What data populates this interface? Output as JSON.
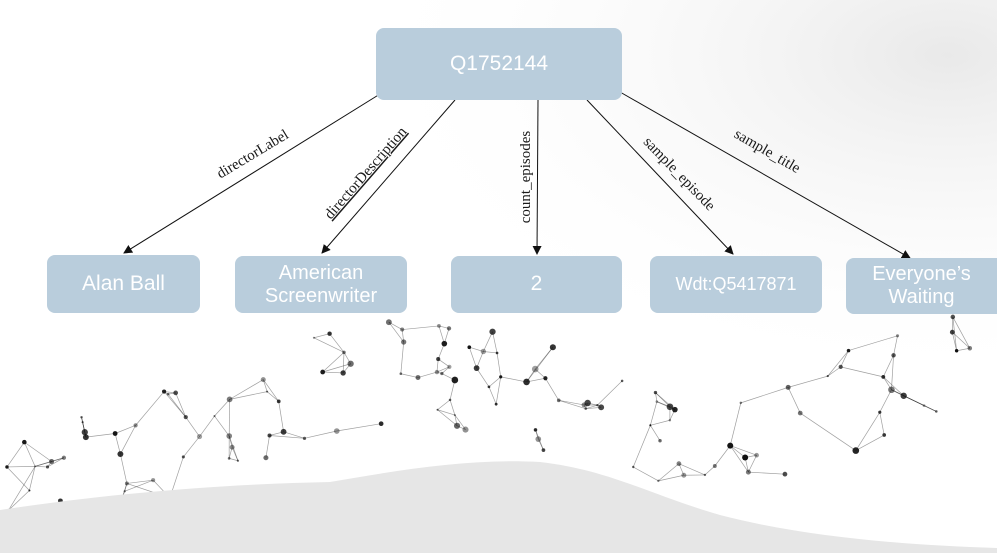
{
  "diagram": {
    "root": {
      "label": "Q1752144"
    },
    "children": [
      {
        "label": "Alan Ball",
        "edge": "directorLabel"
      },
      {
        "label": "American Screenwriter",
        "edge": "directorDescription"
      },
      {
        "label": "2",
        "edge": "count_episodes"
      },
      {
        "label": "Wdt:Q5417871",
        "edge": "sample_episode"
      },
      {
        "label": "Everyone’s Waiting",
        "edge": "sample_title"
      }
    ]
  },
  "colors": {
    "node_fill": "#b9cddc",
    "node_text": "#ffffff",
    "edge": "#111111"
  }
}
